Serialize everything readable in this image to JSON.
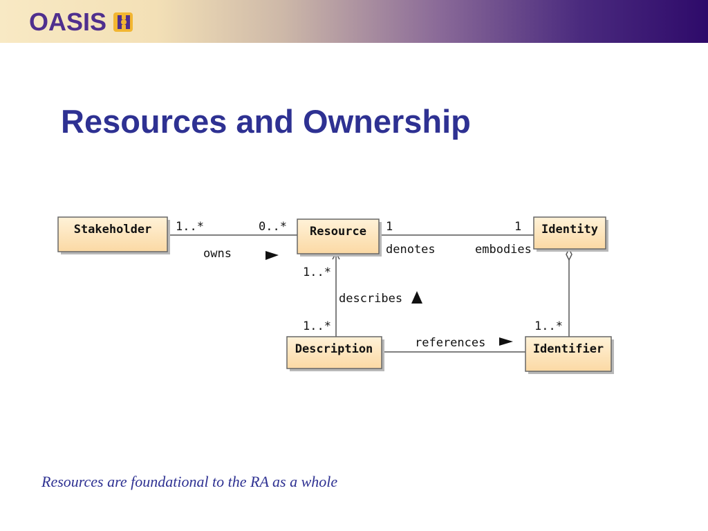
{
  "header": {
    "logo_text": "OASIS",
    "logo_icon": "oasis-logo-icon"
  },
  "title": "Resources and Ownership",
  "diagram": {
    "classes": {
      "stakeholder": "Stakeholder",
      "resource": "Resource",
      "identity": "Identity",
      "description": "Description",
      "identifier": "Identifier"
    },
    "associations": {
      "owns": {
        "label": "owns",
        "source_mult": "1..*",
        "target_mult": "0..*"
      },
      "denotes": {
        "label": "denotes",
        "source_mult": "1"
      },
      "embodies": {
        "label": "embodies",
        "target_mult": "1"
      },
      "describes": {
        "label": "describes",
        "source_mult": "1..*",
        "target_mult": "1..*"
      },
      "references": {
        "label": "references"
      },
      "identifier_mult": "1..*"
    }
  },
  "caption": "Resources are foundational to the RA as a whole",
  "colors": {
    "title": "#2e3192",
    "box_fill": "#fde4b8",
    "logo": "#4f2f8e"
  }
}
